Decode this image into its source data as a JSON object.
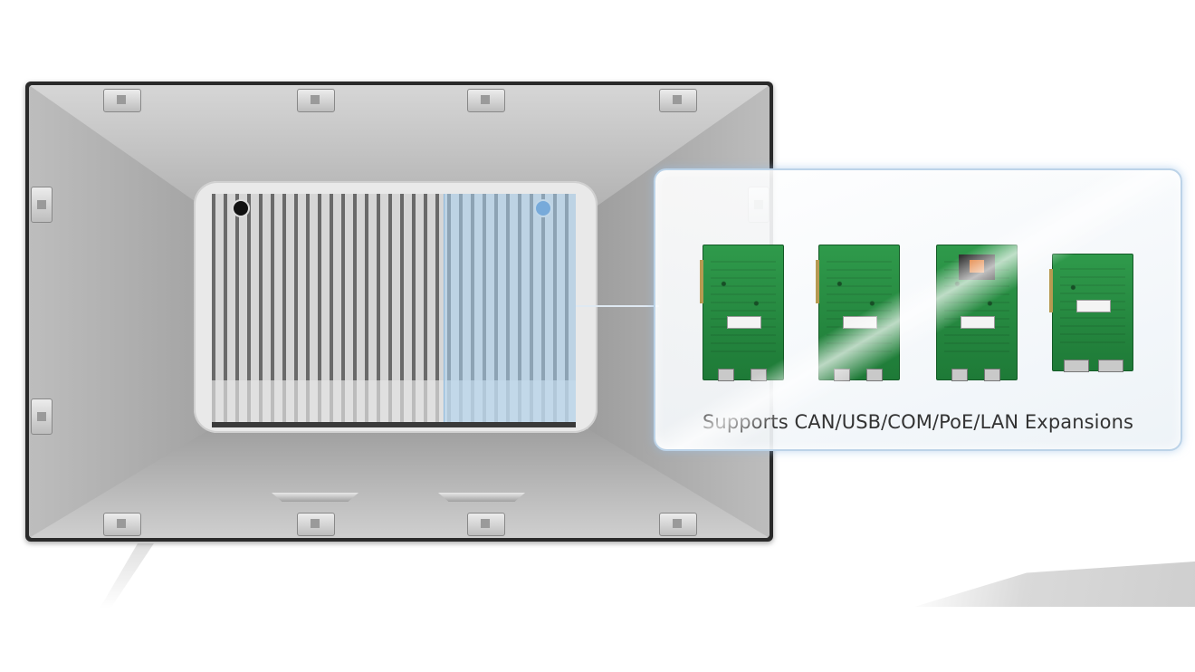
{
  "caption": "Supports CAN/USB/COM/PoE/LAN Expansions",
  "colors": {
    "highlight": "#aad2f0",
    "module_green": "#2f9a4b",
    "callout_border": "#bcd3e8"
  },
  "expansion_modules": [
    {
      "icon": "circuit-board"
    },
    {
      "icon": "circuit-board"
    },
    {
      "icon": "circuit-board"
    },
    {
      "icon": "circuit-board"
    }
  ]
}
